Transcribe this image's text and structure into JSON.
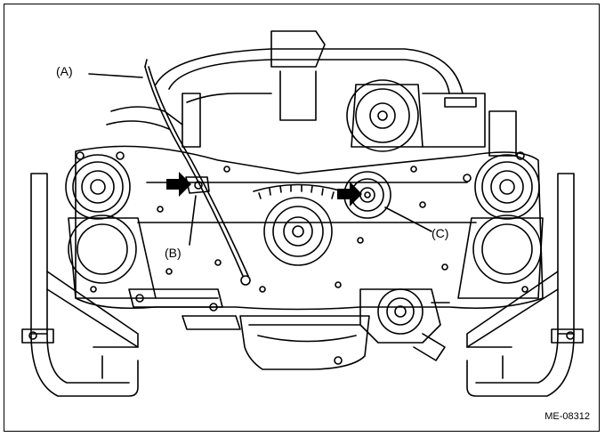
{
  "callouts": {
    "a": "(A)",
    "b": "(B)",
    "c": "(C)"
  },
  "figure_code": "ME-08312",
  "colors": {
    "line": "#000000",
    "background": "#ffffff"
  },
  "icons": [
    "arrow-right-icon",
    "arrow-right-icon"
  ]
}
